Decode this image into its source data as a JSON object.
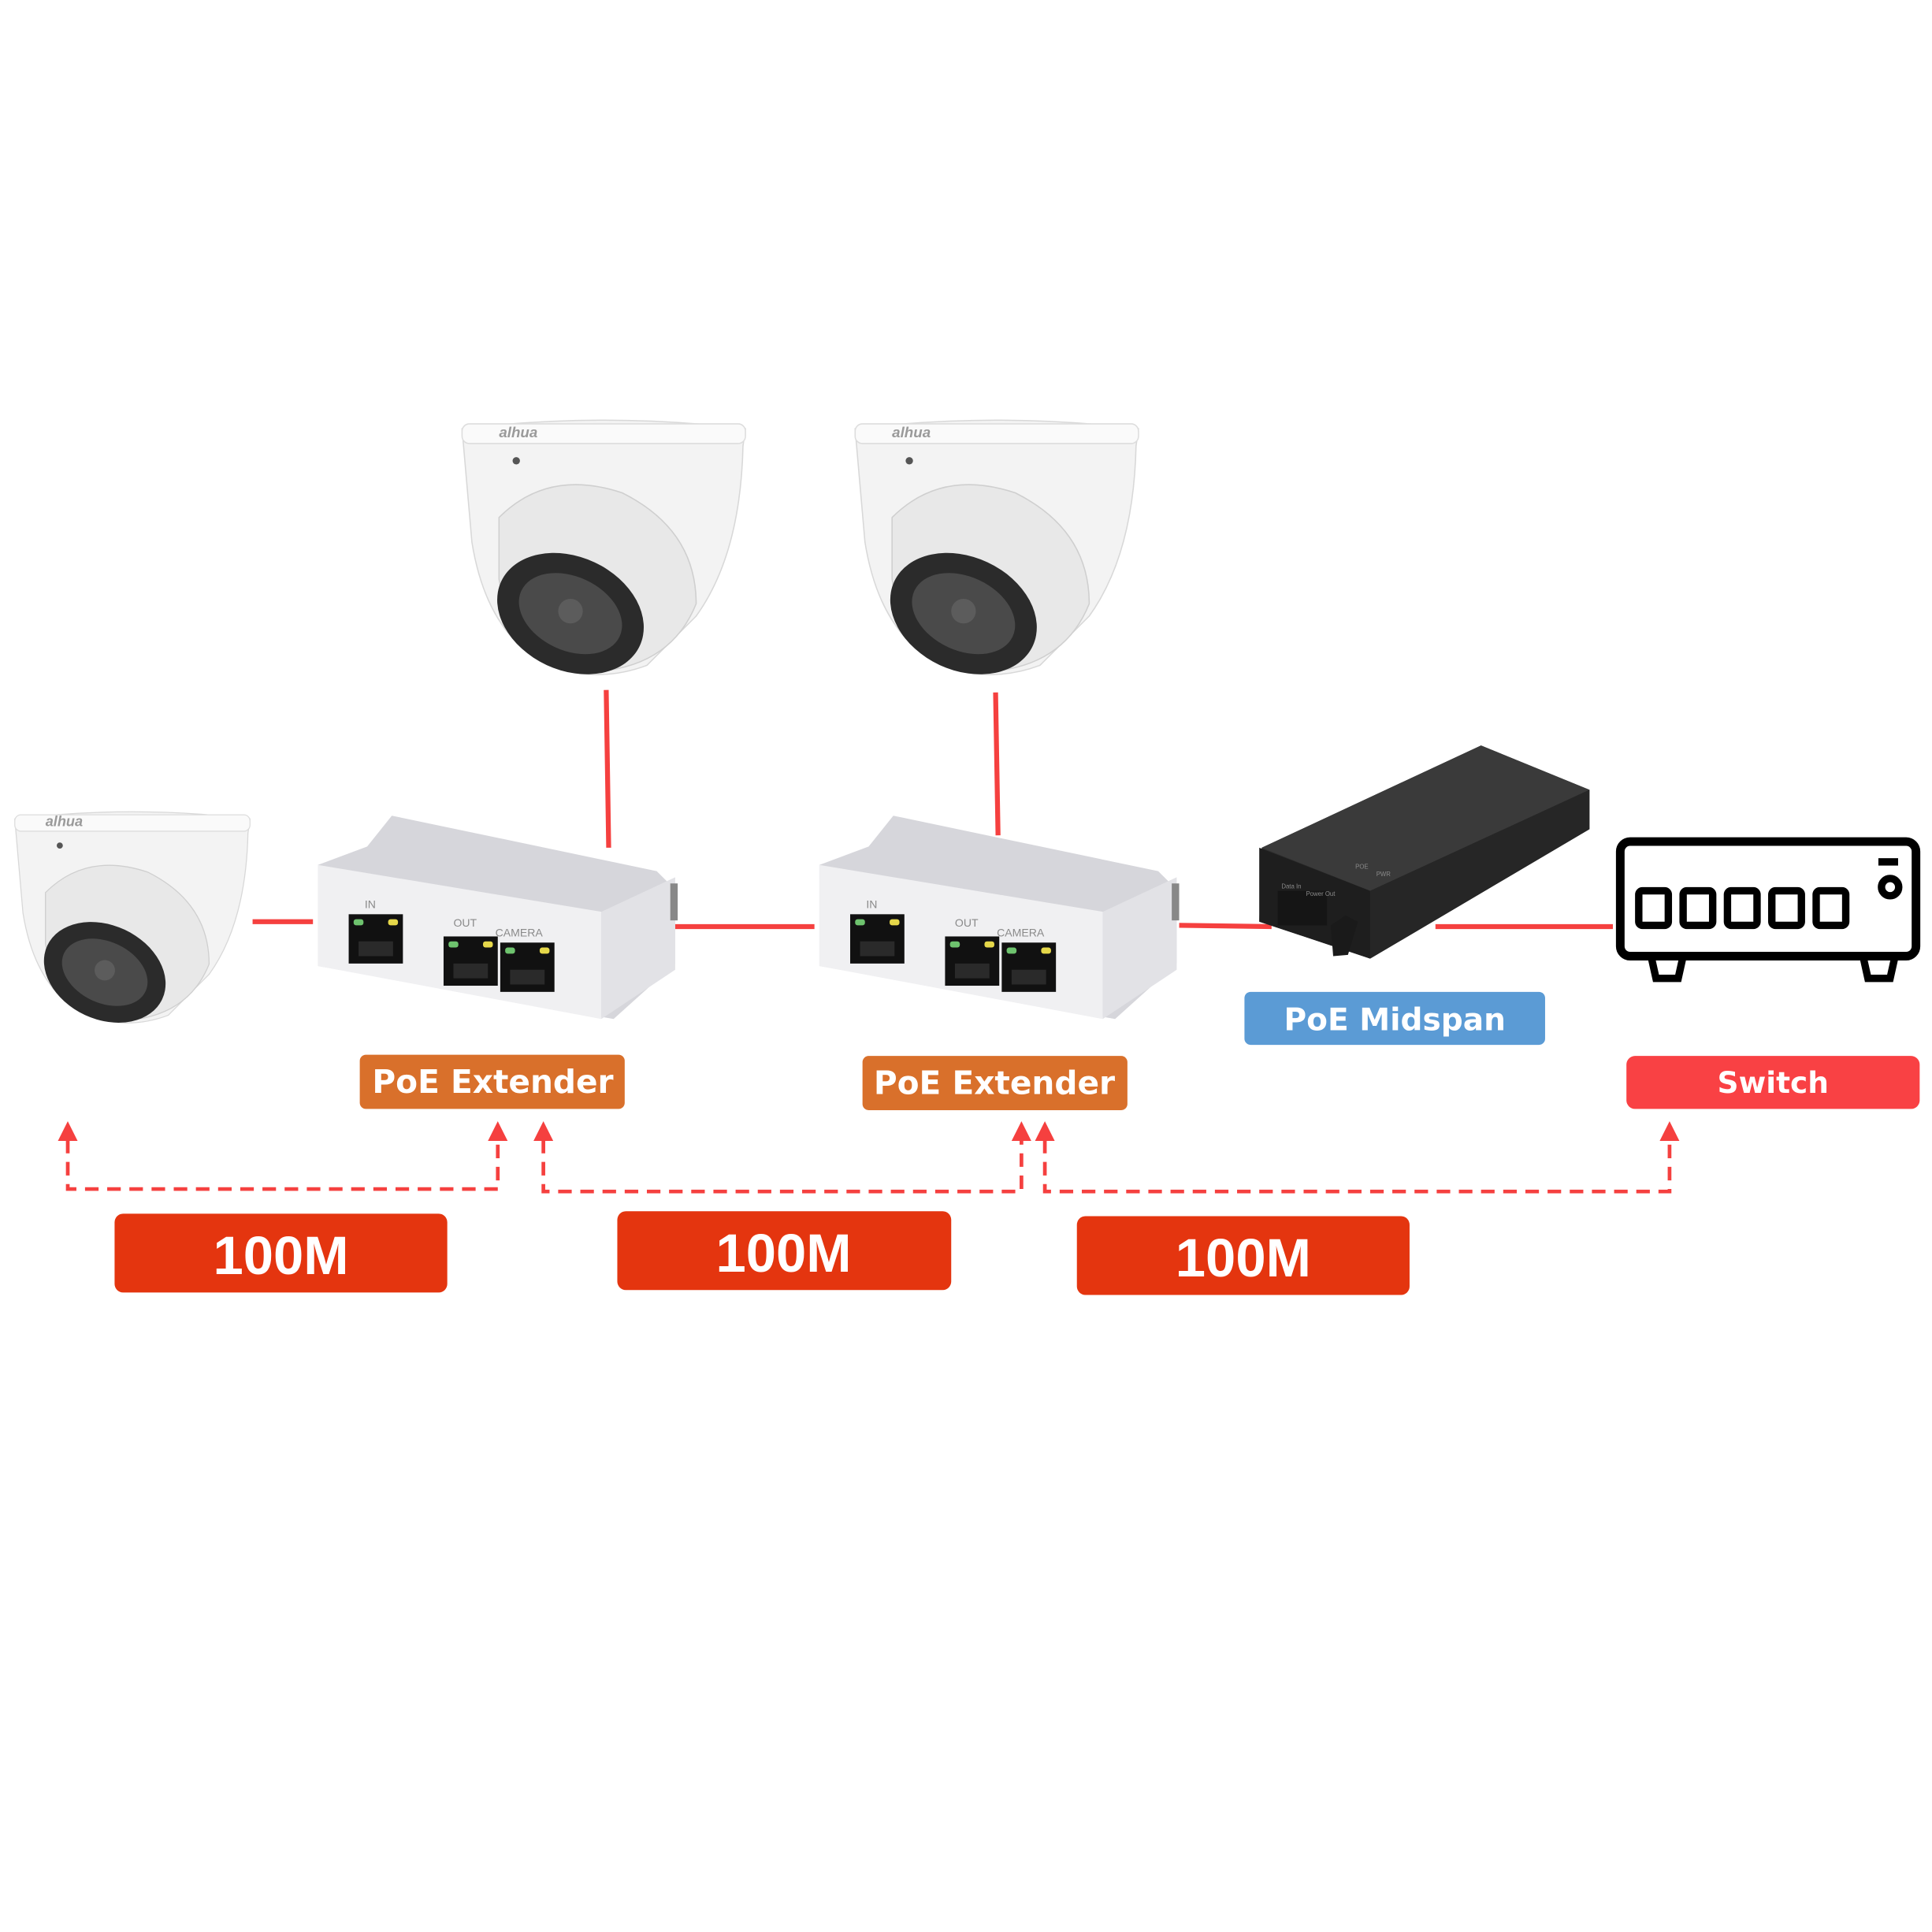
{
  "colors": {
    "link": "#f5403f",
    "extender_label": "#d9702b",
    "midspan_label": "#5b9bd5",
    "switch_label": "#f94144",
    "speed_label": "#e4350f"
  },
  "cameras": [
    {
      "brand": "alhua"
    },
    {
      "brand": "alhua"
    },
    {
      "brand": "alhua"
    }
  ],
  "extender": {
    "port_in": "IN",
    "port_out": "OUT",
    "port_camera": "CAMERA"
  },
  "midspan": {
    "port_data": "Data In",
    "port_power": "Power Out",
    "led_poe": "POE",
    "led_pwr": "PWR"
  },
  "labels": {
    "extender1": "PoE Extender",
    "extender2": "PoE Extender",
    "midspan": "PoE Midspan",
    "switch": "Switch"
  },
  "distances": [
    "100M",
    "100M",
    "100M"
  ]
}
